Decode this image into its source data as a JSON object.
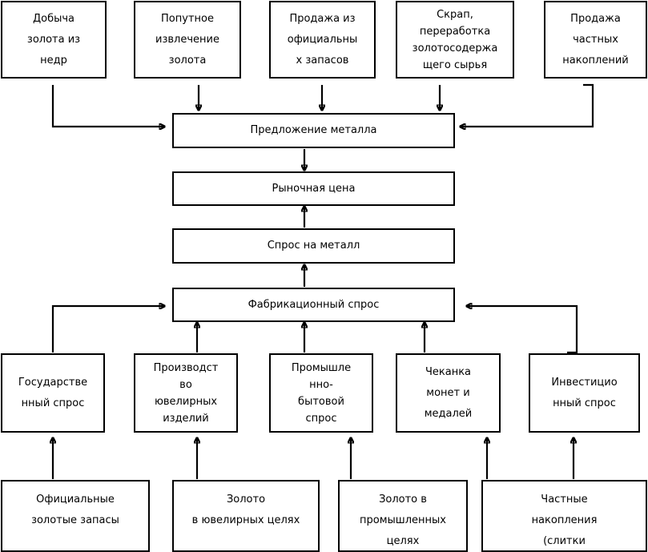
{
  "supply_sources": [
    {
      "id": "mining",
      "label": "Добыча\nзолота из\nнедр"
    },
    {
      "id": "byproduct",
      "label": "Попутное\nизвлечение\nзолота"
    },
    {
      "id": "official-sales",
      "label": "Продажа из\nофициальны\nх запасов"
    },
    {
      "id": "scrap",
      "label": "Скрап,\nпереработка\nзолотосодержа\nщего сырья"
    },
    {
      "id": "private-sales",
      "label": "Продажа\nчастных\nнакоплений"
    }
  ],
  "center": {
    "supply": "Предложение металла",
    "price": "Рыночная цена",
    "demand": "Спрос на металл",
    "fabrication": "Фабрикационный спрос"
  },
  "demand_sources": [
    {
      "id": "government",
      "label": "Государстве\nнный спрос"
    },
    {
      "id": "jewelry-production",
      "label": "Производст\nво\nювелирных\nизделий"
    },
    {
      "id": "industrial",
      "label": "Промышле\nнно-\nбытовой\nспрос"
    },
    {
      "id": "coinage",
      "label": "Чеканка\nмонет и\nмедалей"
    },
    {
      "id": "investment",
      "label": "Инвестицио\nнный спрос"
    }
  ],
  "reserves": [
    {
      "id": "official-reserves",
      "label": "Официальные\nзолотые запасы"
    },
    {
      "id": "jewelry-gold",
      "label": "Золото\nв ювелирных целях"
    },
    {
      "id": "industrial-gold",
      "label": "Золото в\nпромышленных\nцелях"
    },
    {
      "id": "private-holdings",
      "label": "Частные\nнакопления\n(слитки"
    }
  ]
}
